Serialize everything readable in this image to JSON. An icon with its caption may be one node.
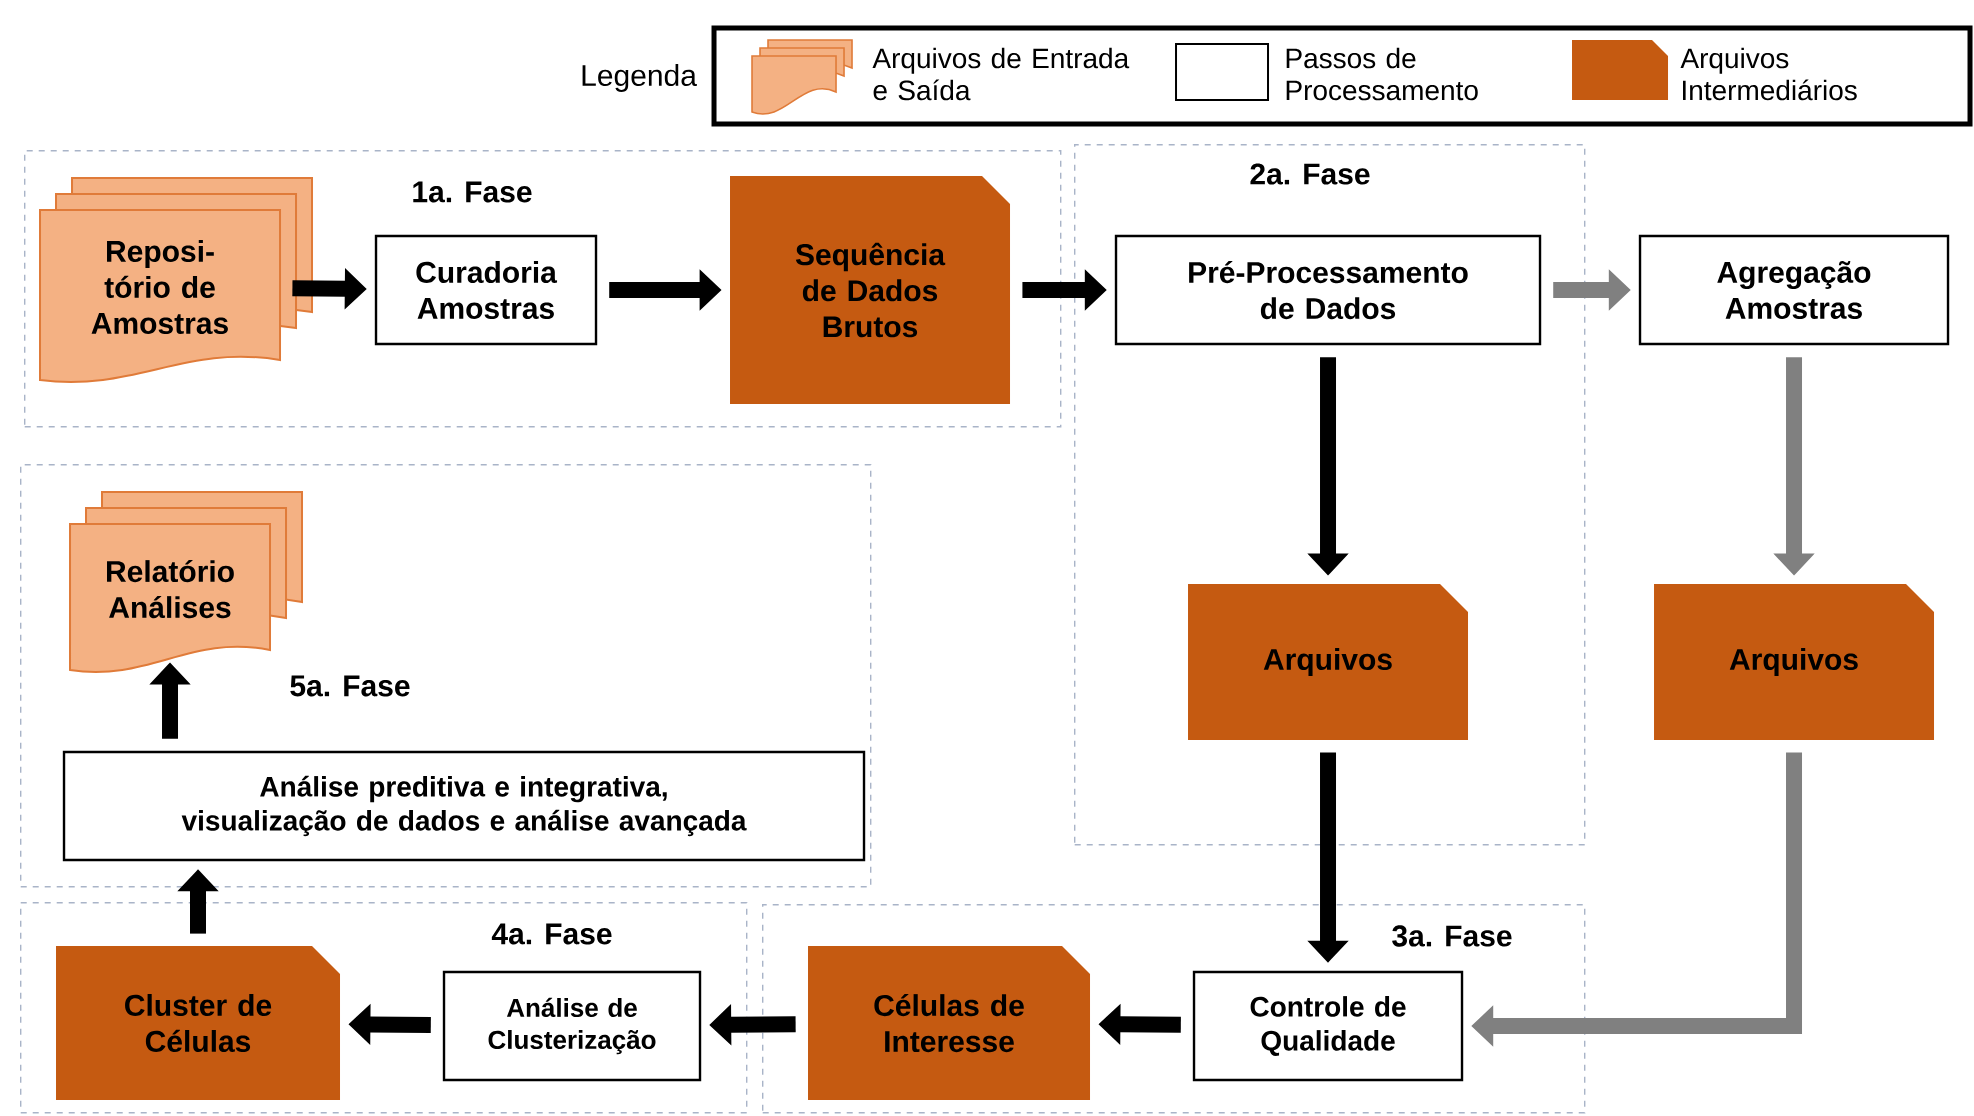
{
  "diagram": {
    "nodes": [
      {
        "text": [
          "1a. Fase"
        ]
      },
      {
        "text": [
          "Reposi- tório de Amostras"
        ],
        "in": 0
      },
      {
        "text": [
          "Curadoria Amostras"
        ],
        "in": 0
      },
      {
        "text": [
          "Sequência de Dados Brutos"
        ],
        "in": 0
      },
      {
        "text": [
          "2a. Fase"
        ]
      },
      {
        "text": [
          "Pré-Processamento de Dados"
        ],
        "in": 4
      },
      {
        "text": [
          "Arquivos"
        ],
        "in": 4
      },
      {
        "text": [
          "Agregação Amostras"
        ]
      },
      {
        "text": [
          "Arquivos"
        ]
      },
      {
        "text": [
          "5a. Fase"
        ]
      },
      {
        "text": [
          "Relatório Análises"
        ],
        "in": 9
      },
      {
        "text": [
          "Análise preditiva e integrativa, visualização de dados e análise avançada"
        ],
        "in": 9
      },
      {
        "text": [
          "4a. Fase"
        ]
      },
      {
        "text": [
          "Cluster de Células"
        ],
        "in": 12
      },
      {
        "text": [
          "Análise de Clusterização"
        ],
        "in": 12
      },
      {
        "text": [
          "3a. Fase"
        ]
      },
      {
        "text": [
          "Células de Interesse"
        ],
        "in": 15
      },
      {
        "text": [
          "Controle de Qualidade"
        ],
        "in": 15
      }
    ],
    "edges": [
      {
        "from": 1,
        "to": 2,
        "arrow": "to"
      },
      {
        "from": 2,
        "to": 3,
        "arrow": "to"
      },
      {
        "from": 3,
        "to": 5,
        "arrow": "to"
      },
      {
        "from": 5,
        "to": 7,
        "arrow": "to",
        "color": "#808080"
      },
      {
        "from": 5,
        "to": 6,
        "arrow": "to"
      },
      {
        "from": 7,
        "to": 8,
        "arrow": "to",
        "color": "#808080"
      },
      {
        "from": 6,
        "to": 17,
        "arrow": "to"
      },
      {
        "from": 8,
        "to": 17,
        "arrow": "to",
        "color": "#808080"
      },
      {
        "from": 17,
        "to": 16,
        "arrow": "to"
      },
      {
        "from": 16,
        "to": 14,
        "arrow": "to"
      },
      {
        "from": 14,
        "to": 13,
        "arrow": "to"
      },
      {
        "from": 13,
        "to": 11,
        "arrow": "to"
      },
      {
        "from": 11,
        "to": 10,
        "arrow": "to"
      }
    ],
    "labels": [
      "Legenda"
    ],
    "legend": [
      {
        "text": "Arquivos de Entrada e Saída",
        "color": "#f4b183"
      },
      {
        "text": "Passos de Processamento"
      },
      {
        "text": "Arquivos Intermediários",
        "color": "#c55a11"
      }
    ]
  }
}
